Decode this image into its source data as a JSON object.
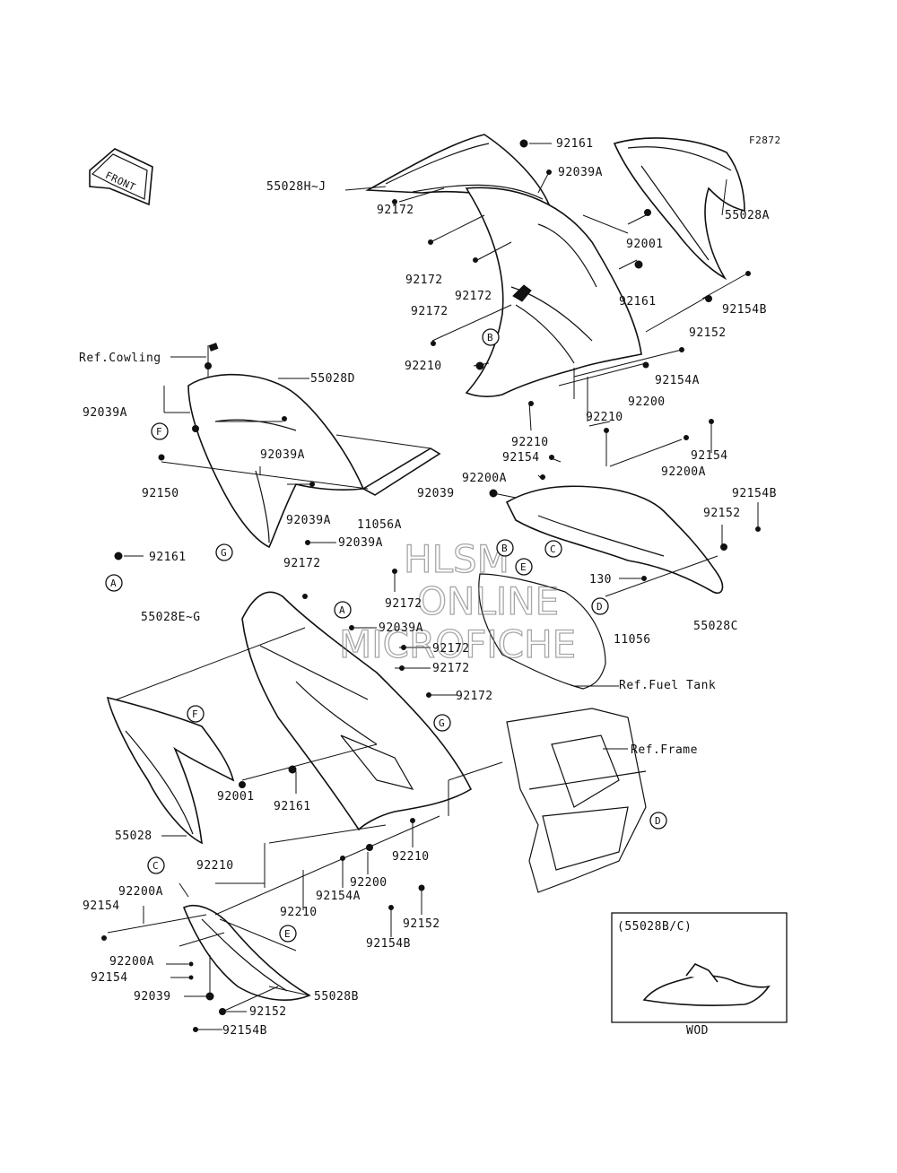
{
  "diagram_code": "F2872",
  "front_arrow_label": "FRONT",
  "watermark": [
    "HLSM",
    "ONLINE",
    "MICROFICHE"
  ],
  "inset": {
    "title": "(55028B/C)",
    "caption": "WOD"
  },
  "labels": {
    "l_55028HJ": "55028H~J",
    "l_92161_top": "92161",
    "l_92039A_top": "92039A",
    "l_55028A": "55028A",
    "l_92172_a": "92172",
    "l_92001_top": "92001",
    "l_92172_b": "92172",
    "l_92172_c": "92172",
    "l_92161_r": "92161",
    "l_92154B_top": "92154B",
    "l_92172_d": "92172",
    "l_92152_top": "92152",
    "l_92210_a": "92210",
    "l_92154A_top": "92154A",
    "l_92200": "92200",
    "l_92210_b": "92210",
    "l_92210_c": "92210",
    "l_ref_cowling": "Ref.Cowling",
    "l_55028D": "55028D",
    "l_92039A_l": "92039A",
    "l_92039A_m": "92039A",
    "l_92154_r": "92154",
    "l_92154_m": "92154",
    "l_92200A_r": "92200A",
    "l_92200A_m": "92200A",
    "l_92039_m": "92039",
    "l_92150": "92150",
    "l_92039A_n": "92039A",
    "l_11056A": "11056A",
    "l_92154B_r": "92154B",
    "l_92152_r": "92152",
    "l_92039A_o": "92039A",
    "l_92161_l": "92161",
    "l_92172_e": "92172",
    "l_130": "130",
    "l_55028EG": "55028E~G",
    "l_92172_f": "92172",
    "l_11056": "11056",
    "l_55028C": "55028C",
    "l_92039A_p": "92039A",
    "l_92172_g": "92172",
    "l_92172_h": "92172",
    "l_ref_fuel_tank": "Ref.Fuel Tank",
    "l_92172_i": "92172",
    "l_ref_frame": "Ref.Frame",
    "l_92001_b": "92001",
    "l_92161_b": "92161",
    "l_55028": "55028",
    "l_92210_d": "92210",
    "l_92210_e": "92210",
    "l_92200_b": "92200",
    "l_92200A_b": "92200A",
    "l_92154_b": "92154",
    "l_92154A_b": "92154A",
    "l_92210_f": "92210",
    "l_92152_b": "92152",
    "l_92154B_b": "92154B",
    "l_92200A_c": "92200A",
    "l_92154_c": "92154",
    "l_92039_b": "92039",
    "l_55028B": "55028B",
    "l_92152_c": "92152",
    "l_92154B_c": "92154B"
  },
  "callouts": {
    "c_B1": "B",
    "c_F1": "F",
    "c_G1": "G",
    "c_A1": "A",
    "c_B2": "B",
    "c_C1": "C",
    "c_E1": "E",
    "c_D1": "D",
    "c_A2": "A",
    "c_F2": "F",
    "c_G2": "G",
    "c_D2": "D",
    "c_C2": "C",
    "c_E2": "E"
  }
}
